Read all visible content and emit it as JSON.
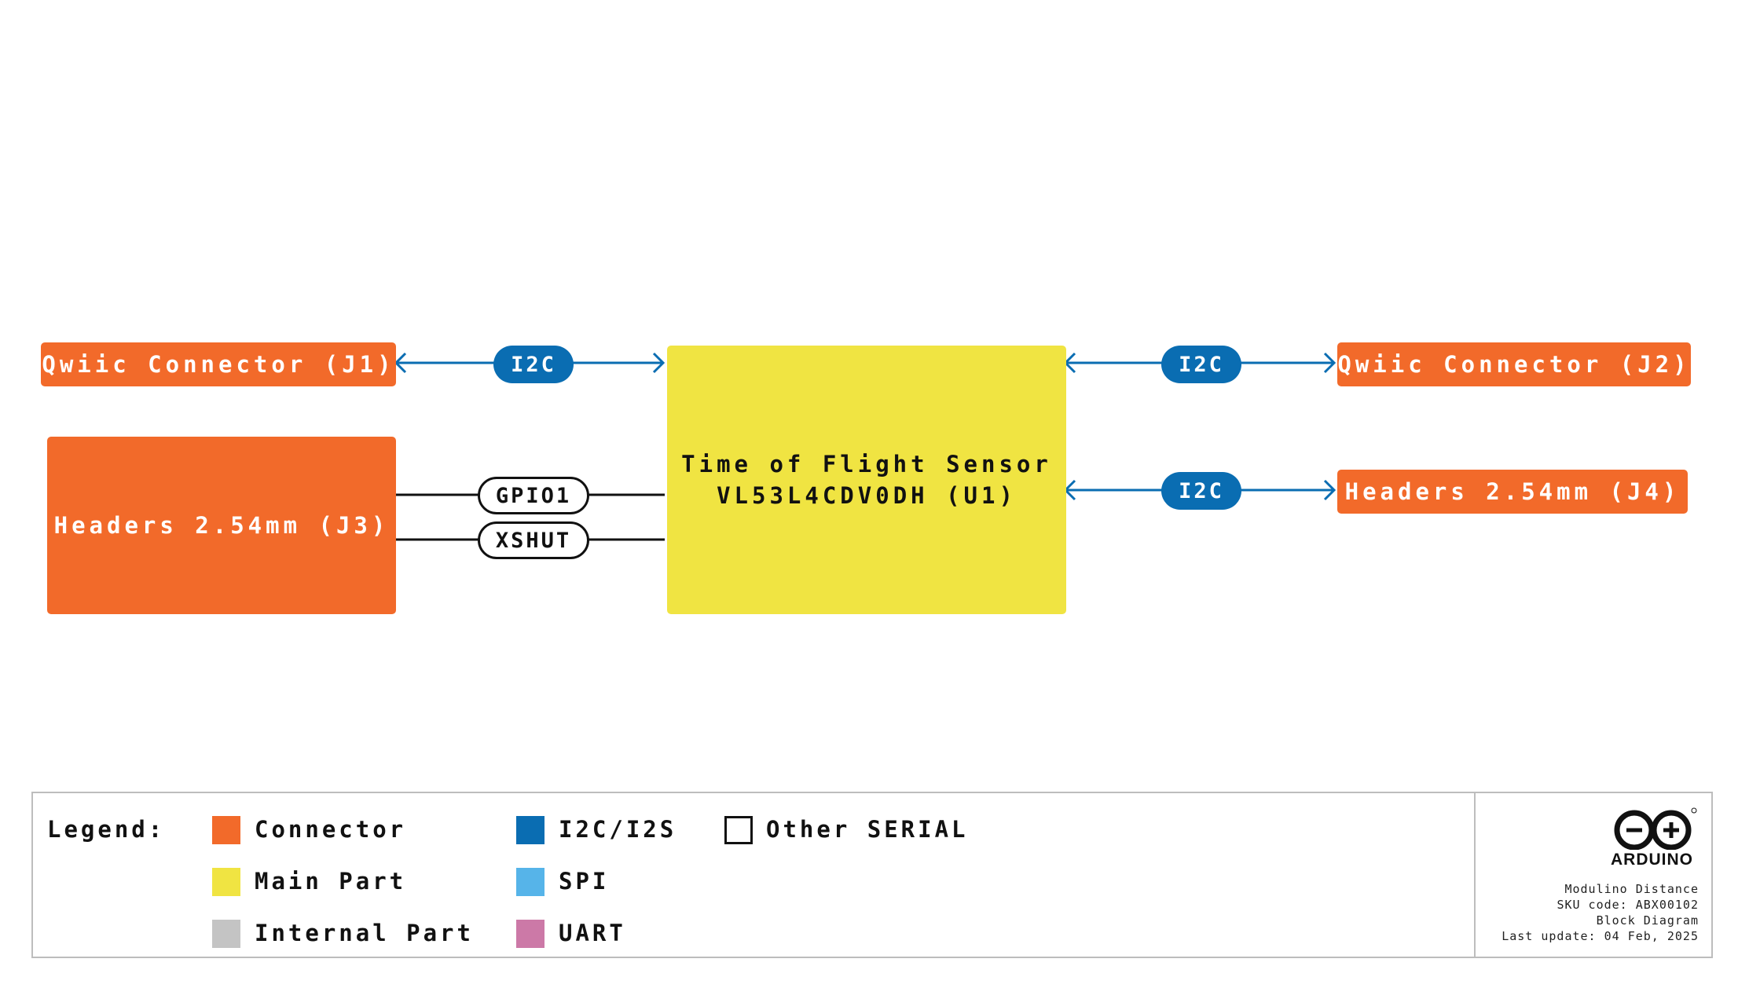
{
  "blocks": {
    "qwiic_j1": "Qwiic Connector (J1)",
    "headers_j3": "Headers 2.54mm (J3)",
    "sensor_line1": "Time of Flight Sensor",
    "sensor_line2": "VL53L4CDV0DH (U1)",
    "qwiic_j2": "Qwiic Connector (J2)",
    "headers_j4": "Headers 2.54mm (J4)"
  },
  "signals": {
    "i2c_left": "I2C",
    "i2c_right_top": "I2C",
    "i2c_right_bottom": "I2C",
    "gpio1": "GPIO1",
    "xshut": "XSHUT"
  },
  "legend": {
    "title": "Legend:",
    "items": [
      {
        "label": "Connector",
        "color": "#F26A2A"
      },
      {
        "label": "Main Part",
        "color": "#F0E442"
      },
      {
        "label": "Internal Part",
        "color": "#C4C4C4"
      },
      {
        "label": "I2C/I2S",
        "color": "#0A6DB2"
      },
      {
        "label": "SPI",
        "color": "#56B4E9"
      },
      {
        "label": "UART",
        "color": "#CC79A7"
      },
      {
        "label": "Other SERIAL",
        "color": "#FFFFFF"
      }
    ]
  },
  "footer": {
    "brand": "ARDUINO",
    "product": "Modulino Distance",
    "sku": "SKU code: ABX00102",
    "doc_type": "Block Diagram",
    "updated": "Last update: 04 Feb, 2025"
  },
  "colors": {
    "connector": "#F26A2A",
    "main": "#F0E442",
    "i2c": "#0A6DB2",
    "line": "#111111"
  }
}
